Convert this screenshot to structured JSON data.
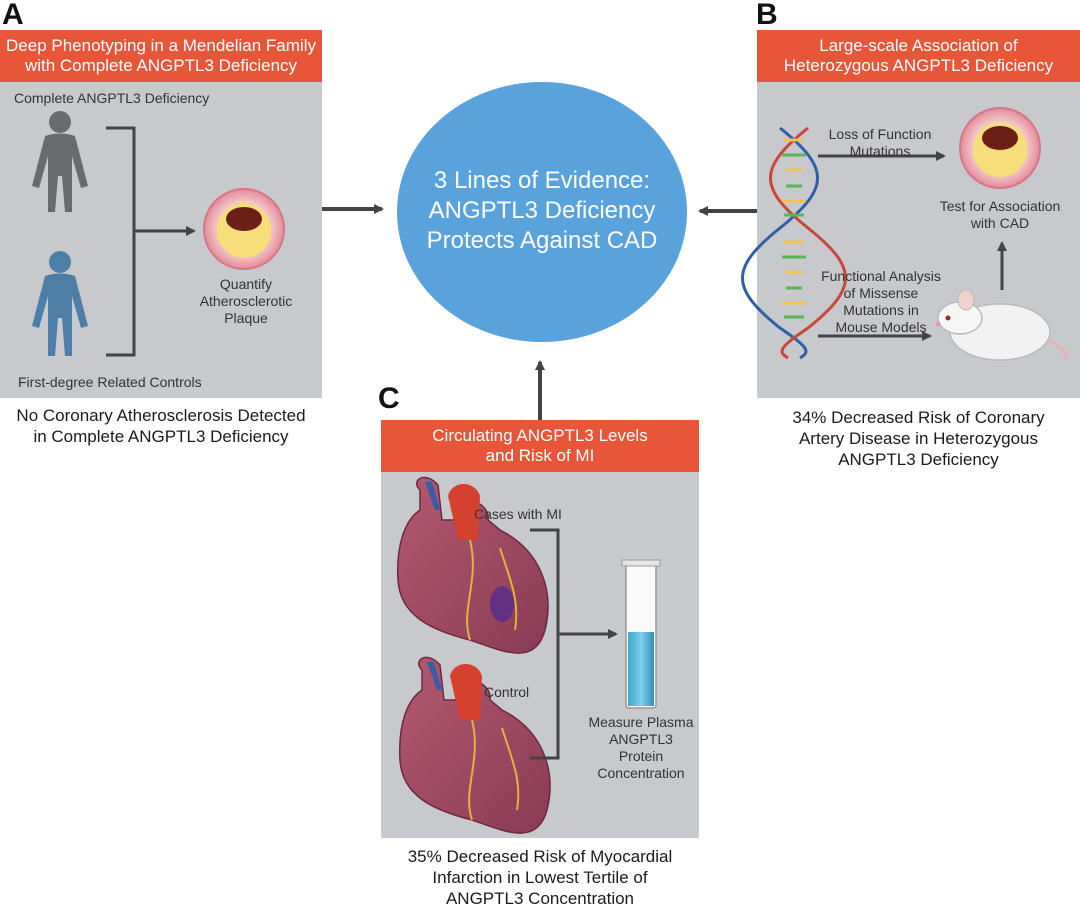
{
  "panel_a": {
    "letter": "A",
    "header": "Deep Phenotyping in a Mendelian Family\nwith Complete ANGPTL3 Deficiency",
    "label_top": "Complete ANGPTL3 Deficiency",
    "label_bottom": "First-degree Related Controls",
    "label_plaque": "Quantify\nAtherosclerotic\nPlaque",
    "caption": "No Coronary Atherosclerosis Detected\nin Complete ANGPTL3 Deficiency"
  },
  "panel_b": {
    "letter": "B",
    "header": "Large-scale Association of\nHeterozygous ANGPTL3 Deficiency",
    "label_lof": "Loss of Function\nMutations",
    "label_test": "Test for Association\nwith CAD",
    "label_functional": "Functional Analysis\nof Missense\nMutations in\nMouse Models",
    "caption": "34% Decreased Risk of Coronary\nArtery Disease in Heterozygous\nANGPTL3 Deficiency"
  },
  "panel_c": {
    "letter": "C",
    "header": "Circulating ANGPTL3 Levels\nand Risk of MI",
    "label_cases": "Cases with MI",
    "label_control": "Control",
    "label_measure": "Measure Plasma\nANGPTL3\nProtein\nConcentration",
    "caption": "35% Decreased Risk of Myocardial\nInfarction in Lowest Tertile of\nANGPTL3 Concentration"
  },
  "center": {
    "text": "3 Lines of Evidence:\nANGPTL3 Deficiency\nProtects Against CAD"
  },
  "colors": {
    "header": "#e8563a",
    "panel": "#c8c9cc",
    "circle": "#5aa2dc",
    "arrow": "#444444"
  }
}
